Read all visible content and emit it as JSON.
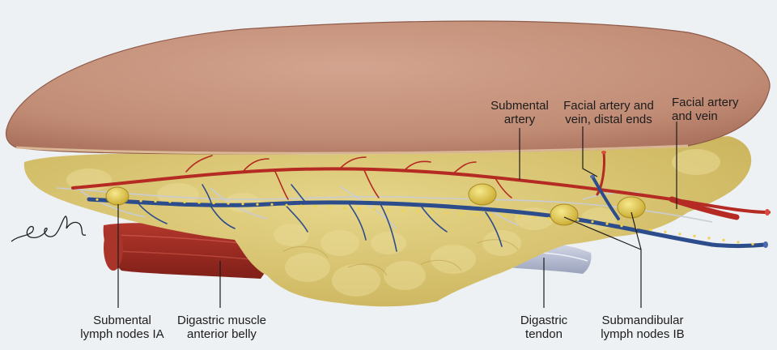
{
  "colors": {
    "background": "#eef1f3",
    "capsule_top": "#c9957f",
    "fat": "#d9c56f",
    "artery": "#b52a22",
    "vein": "#2d4c8c",
    "node": "#e6cc48",
    "muscle": "#9b2a22",
    "tendon": "#b6bdd2"
  },
  "labels": {
    "submental_artery": "Submental\nartery",
    "facial_distal": "Facial artery and\nvein, distal ends",
    "facial_artery_vein": "Facial artery\nand vein",
    "submental_nodes": "Submental\nlymph nodes IA",
    "digastric_anterior": "Digastric muscle\nanterior belly",
    "digastric_tendon": "Digastric\ntendon",
    "submandibular_nodes": "Submandibular\nlymph nodes IB"
  },
  "signature": "Ingrid Koo"
}
